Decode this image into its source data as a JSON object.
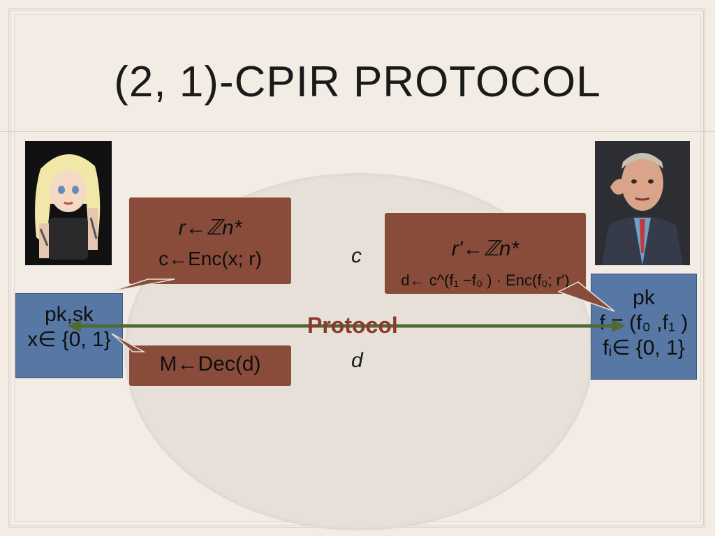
{
  "slide": {
    "title": "(2, 1)-CPIR PROTOCOL"
  },
  "client": {
    "keys": "pk,sk",
    "input": "x∈ {0, 1}",
    "bubble_top": {
      "line1": "r←ℤn*",
      "line2": "c←Enc(x; r)"
    },
    "bubble_bottom": {
      "line1": "M←Dec(d)"
    }
  },
  "server": {
    "keys": "pk",
    "input_line1": "f = (f₀ ,f₁ )",
    "input_line2": "fᵢ∈ {0, 1}",
    "bubble": {
      "line1": "r'←ℤn*",
      "line2": "d← c^(f₁ −f₀ ) · Enc(f₀; r')"
    }
  },
  "messages": {
    "to_server": "c",
    "to_client": "d",
    "protocol": "Protocol"
  },
  "colors": {
    "party_box": "#5777a4",
    "bubble": "#8a4c3a",
    "arrow": "#4f6a34",
    "protocol_text": "#8b3a2b"
  }
}
